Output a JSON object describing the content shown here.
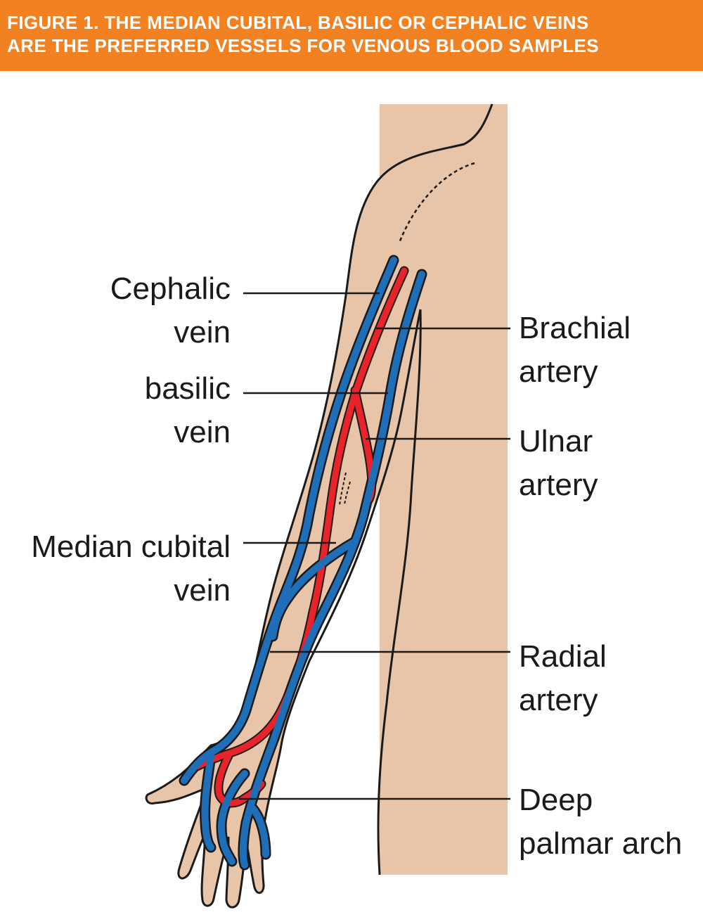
{
  "figure": {
    "title_line_1": "FIGURE 1. THE MEDIAN CUBITAL, BASILIC OR CEPHALIC VEINS",
    "title_line_2": "ARE THE PREFERRED VESSELS FOR VENOUS BLOOD SAMPLES"
  },
  "labels": {
    "cephalic_vein": {
      "line1": "Cephalic",
      "line2": "vein"
    },
    "basilic_vein": {
      "line1": "basilic",
      "line2": "vein"
    },
    "median_cubital_vein": {
      "line1": "Median cubital",
      "line2": "vein"
    },
    "brachial_artery": {
      "line1": "Brachial",
      "line2": "artery"
    },
    "ulnar_artery": {
      "line1": "Ulnar",
      "line2": "artery"
    },
    "radial_artery": {
      "line1": "Radial",
      "line2": "artery"
    },
    "deep_palmar_arch": {
      "line1": "Deep",
      "line2": "palmar arch"
    }
  },
  "colors": {
    "banner": "#f28122",
    "skin": "#e8c4a8",
    "vein": "#1f6fb8",
    "artery": "#e8232a",
    "outline": "#1a1a1a"
  }
}
